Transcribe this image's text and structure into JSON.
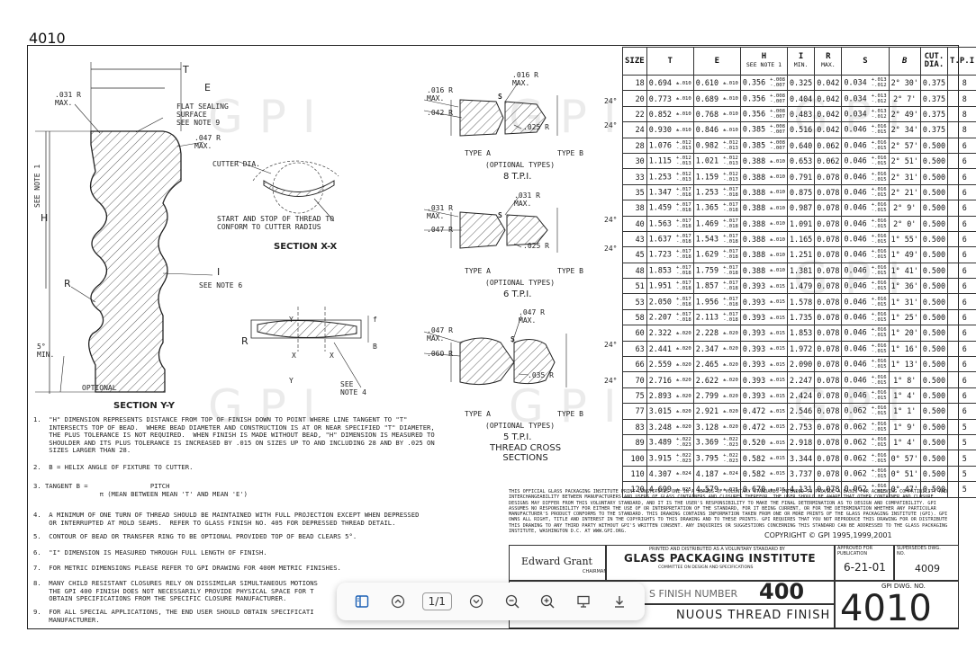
{
  "doc_number": "4010",
  "watermark": "GPI",
  "drawing_labels": {
    "T": "T",
    "E": "E",
    "H": "H",
    "I": "I",
    "R": "R",
    "r031": ".031 R\nMAX.",
    "flat_seal": "FLAT SEALING\nSURFACE\nSEE NOTE 9",
    "r047": ".047 R\nMAX.",
    "see_note_1": "SEE NOTE 1",
    "see_note_6": "SEE NOTE 6",
    "min5": "5°\nMIN.",
    "optional": "OPTIONAL",
    "section_yy": "SECTION Y-Y",
    "cutter_dia": "CUTTER DIA.",
    "start_stop": "START AND STOP OF THREAD TO\nCONFORM TO CUTTER RADIUS",
    "section_xx": "SECTION X-X",
    "see_note_4": "SEE\nNOTE 4",
    "y": "Y",
    "x": "X",
    "b": "B",
    "f": "f",
    "t8_r016": ".016 R\nMAX.",
    "t8_r042": ".042 R",
    "t8_r016b": ".016 R\nMAX.",
    "t8_r025": ".025 R",
    "t6_r031": ".031 R\nMAX.",
    "t6_r047": ".047 R",
    "t6_r031b": ".031 R\nMAX.",
    "t6_r025": ".025 R",
    "t5_r047": ".047 R\nMAX.",
    "t5_r060": ".060 R",
    "t5_r047b": ".047 R\nMAX.",
    "t5_r035": ".035 R",
    "deg24": "24°",
    "s": "S",
    "type_a": "TYPE A",
    "type_b": "TYPE B",
    "optional_types": "(OPTIONAL TYPES)",
    "tpi8": "8 T.P.I.",
    "tpi6": "6 T.P.I.",
    "tpi5": "5 T.P.I.",
    "thread_cross": "THREAD CROSS\nSECTIONS"
  },
  "notes": [
    "1.  \"H\" DIMENSION REPRESENTS DISTANCE FROM TOP OF FINISH DOWN TO POINT WHERE LINE TANGENT TO \"T\"\n    INTERSECTS TOP OF BEAD.  WHERE BEAD DIAMETER AND CONSTRUCTION IS AT OR NEAR SPECIFIED \"T\" DIAMETER,\n    THE PLUS TOLERANCE IS NOT REQUIRED.  WHEN FINISH IS MADE WITHOUT BEAD, \"H\" DIMENSION IS MEASURED TO\n    SHOULDER AND ITS PLUS TOLERANCE IS INCREASED BY .015 ON SIZES UP TO AND INCLUDING 28 AND BY .025 ON\n    SIZES LARGER THAN 28.",
    "2.  B = HELIX ANGLE OF FIXTURE TO CUTTER.",
    "3. TANGENT B =                PITCH\n                 π (MEAN BETWEEN MEAN 'T' AND MEAN 'E')",
    "4.  A MINIMUM OF ONE TURN OF THREAD SHOULD BE MAINTAINED WITH FULL PROJECTION EXCEPT WHEN DEPRESSED\n    OR INTERRUPTED AT MOLD SEAMS.  REFER TO GLASS FINISH NO. 405 FOR DEPRESSED THREAD DETAIL.",
    "5.  CONTOUR OF BEAD OR TRANSFER RING TO BE OPTIONAL PROVIDED TOP OF BEAD CLEARS 5°.",
    "6.  \"I\" DIMENSION IS MEASURED THROUGH FULL LENGTH OF FINISH.",
    "7.  FOR METRIC DIMENSIONS PLEASE REFER TO GPI DRAWING FOR 400M METRIC FINISHES.",
    "8.  MANY CHILD RESISTANT CLOSURES RELY ON DISSIMILAR SIMULTANEOUS MOTIONS\n    THE GPI 400 FINISH DOES NOT NECESSARILY PROVIDE PHYSICAL SPACE FOR T\n    OBTAIN SPECIFICATIONS FROM THE SPECIFIC CLOSURE MANUFACTURER.",
    "9.  FOR ALL SPECIAL APPLICATIONS, THE END USER SHOULD OBTAIN SPECIFICATI\n    MANUFACTURER."
  ],
  "table": {
    "headers": {
      "size": "SIZE",
      "t": "T",
      "e": "E",
      "h": "H",
      "h_sub": "SEE NOTE 1",
      "i": "I",
      "i_sub": "MIN.",
      "r": "R",
      "r_sub": "MAX.",
      "s": "S",
      "b": "B",
      "cut": "CUT.\nDIA.",
      "tpi": "T.P.I."
    },
    "rows": [
      {
        "size": "18",
        "t": "0.694",
        "t_tol": "±.010",
        "e": "0.610",
        "e_tol": "±.010",
        "h": "0.356",
        "h_tol": "+.008\n-.007",
        "i": "0.325",
        "r": "0.042",
        "s": "0.034",
        "s_tol": "+.013\n-.012",
        "b": "2° 30'",
        "cut": "0.375",
        "tpi": "8"
      },
      {
        "size": "20",
        "t": "0.773",
        "t_tol": "±.010",
        "e": "0.689",
        "e_tol": "±.010",
        "h": "0.356",
        "h_tol": "+.008\n-.007",
        "i": "0.404",
        "r": "0.042",
        "s": "0.034",
        "s_tol": "+.013\n-.012",
        "b": "2° 7'",
        "cut": "0.375",
        "tpi": "8"
      },
      {
        "size": "22",
        "t": "0.852",
        "t_tol": "±.010",
        "e": "0.768",
        "e_tol": "±.010",
        "h": "0.356",
        "h_tol": "+.008\n-.007",
        "i": "0.483",
        "r": "0.042",
        "s": "0.034",
        "s_tol": "+.013\n-.012",
        "b": "2° 49'",
        "cut": "0.375",
        "tpi": "8"
      },
      {
        "size": "24",
        "t": "0.930",
        "t_tol": "±.010",
        "e": "0.846",
        "e_tol": "±.010",
        "h": "0.385",
        "h_tol": "+.008\n-.007",
        "i": "0.516",
        "r": "0.042",
        "s": "0.046",
        "s_tol": "+.016\n-.015",
        "b": "2° 34'",
        "cut": "0.375",
        "tpi": "8"
      },
      {
        "size": "28",
        "t": "1.076",
        "t_tol": "+.012\n-.013",
        "e": "0.982",
        "e_tol": "+.012\n-.013",
        "h": "0.385",
        "h_tol": "+.008\n-.007",
        "i": "0.640",
        "r": "0.062",
        "s": "0.046",
        "s_tol": "+.016\n-.015",
        "b": "2° 57'",
        "cut": "0.500",
        "tpi": "6"
      },
      {
        "size": "30",
        "t": "1.115",
        "t_tol": "+.012\n-.013",
        "e": "1.021",
        "e_tol": "+.012\n-.013",
        "h": "0.388",
        "h_tol": "±.010",
        "i": "0.653",
        "r": "0.062",
        "s": "0.046",
        "s_tol": "+.016\n-.015",
        "b": "2° 51'",
        "cut": "0.500",
        "tpi": "6"
      },
      {
        "size": "33",
        "t": "1.253",
        "t_tol": "+.012\n-.013",
        "e": "1.159",
        "e_tol": "+.012\n-.013",
        "h": "0.388",
        "h_tol": "±.010",
        "i": "0.791",
        "r": "0.078",
        "s": "0.046",
        "s_tol": "+.016\n-.015",
        "b": "2° 31'",
        "cut": "0.500",
        "tpi": "6"
      },
      {
        "size": "35",
        "t": "1.347",
        "t_tol": "+.017\n-.018",
        "e": "1.253",
        "e_tol": "+.017\n-.018",
        "h": "0.388",
        "h_tol": "±.010",
        "i": "0.875",
        "r": "0.078",
        "s": "0.046",
        "s_tol": "+.016\n-.015",
        "b": "2° 21'",
        "cut": "0.500",
        "tpi": "6"
      },
      {
        "size": "38",
        "t": "1.459",
        "t_tol": "+.017\n-.018",
        "e": "1.365",
        "e_tol": "+.017\n-.018",
        "h": "0.388",
        "h_tol": "±.010",
        "i": "0.987",
        "r": "0.078",
        "s": "0.046",
        "s_tol": "+.016\n-.015",
        "b": "2° 9'",
        "cut": "0.500",
        "tpi": "6"
      },
      {
        "size": "40",
        "t": "1.563",
        "t_tol": "+.017\n-.018",
        "e": "1.469",
        "e_tol": "+.017\n-.018",
        "h": "0.388",
        "h_tol": "±.010",
        "i": "1.091",
        "r": "0.078",
        "s": "0.046",
        "s_tol": "+.016\n-.015",
        "b": "2° 0'",
        "cut": "0.500",
        "tpi": "6"
      },
      {
        "size": "43",
        "t": "1.637",
        "t_tol": "+.017\n-.018",
        "e": "1.543",
        "e_tol": "+.017\n-.018",
        "h": "0.388",
        "h_tol": "±.010",
        "i": "1.165",
        "r": "0.078",
        "s": "0.046",
        "s_tol": "+.016\n-.015",
        "b": "1° 55'",
        "cut": "0.500",
        "tpi": "6"
      },
      {
        "size": "45",
        "t": "1.723",
        "t_tol": "+.017\n-.018",
        "e": "1.629",
        "e_tol": "+.017\n-.018",
        "h": "0.388",
        "h_tol": "±.010",
        "i": "1.251",
        "r": "0.078",
        "s": "0.046",
        "s_tol": "+.016\n-.015",
        "b": "1° 49'",
        "cut": "0.500",
        "tpi": "6"
      },
      {
        "size": "48",
        "t": "1.853",
        "t_tol": "+.017\n-.018",
        "e": "1.759",
        "e_tol": "+.017\n-.018",
        "h": "0.388",
        "h_tol": "±.010",
        "i": "1.381",
        "r": "0.078",
        "s": "0.046",
        "s_tol": "+.016\n-.015",
        "b": "1° 41'",
        "cut": "0.500",
        "tpi": "6"
      },
      {
        "size": "51",
        "t": "1.951",
        "t_tol": "+.017\n-.018",
        "e": "1.857",
        "e_tol": "+.017\n-.018",
        "h": "0.393",
        "h_tol": "±.015",
        "i": "1.479",
        "r": "0.078",
        "s": "0.046",
        "s_tol": "+.016\n-.015",
        "b": "1° 36'",
        "cut": "0.500",
        "tpi": "6"
      },
      {
        "size": "53",
        "t": "2.050",
        "t_tol": "+.017\n-.018",
        "e": "1.956",
        "e_tol": "+.017\n-.018",
        "h": "0.393",
        "h_tol": "±.015",
        "i": "1.578",
        "r": "0.078",
        "s": "0.046",
        "s_tol": "+.016\n-.015",
        "b": "1° 31'",
        "cut": "0.500",
        "tpi": "6"
      },
      {
        "size": "58",
        "t": "2.207",
        "t_tol": "+.017\n-.018",
        "e": "2.113",
        "e_tol": "+.017\n-.018",
        "h": "0.393",
        "h_tol": "±.015",
        "i": "1.735",
        "r": "0.078",
        "s": "0.046",
        "s_tol": "+.016\n-.015",
        "b": "1° 25'",
        "cut": "0.500",
        "tpi": "6"
      },
      {
        "size": "60",
        "t": "2.322",
        "t_tol": "±.020",
        "e": "2.228",
        "e_tol": "±.020",
        "h": "0.393",
        "h_tol": "±.015",
        "i": "1.853",
        "r": "0.078",
        "s": "0.046",
        "s_tol": "+.016\n-.015",
        "b": "1° 20'",
        "cut": "0.500",
        "tpi": "6"
      },
      {
        "size": "63",
        "t": "2.441",
        "t_tol": "±.020",
        "e": "2.347",
        "e_tol": "±.020",
        "h": "0.393",
        "h_tol": "±.015",
        "i": "1.972",
        "r": "0.078",
        "s": "0.046",
        "s_tol": "+.016\n-.015",
        "b": "1° 16'",
        "cut": "0.500",
        "tpi": "6"
      },
      {
        "size": "66",
        "t": "2.559",
        "t_tol": "±.020",
        "e": "2.465",
        "e_tol": "±.020",
        "h": "0.393",
        "h_tol": "±.015",
        "i": "2.090",
        "r": "0.078",
        "s": "0.046",
        "s_tol": "+.016\n-.015",
        "b": "1° 13'",
        "cut": "0.500",
        "tpi": "6"
      },
      {
        "size": "70",
        "t": "2.716",
        "t_tol": "±.020",
        "e": "2.622",
        "e_tol": "±.020",
        "h": "0.393",
        "h_tol": "±.015",
        "i": "2.247",
        "r": "0.078",
        "s": "0.046",
        "s_tol": "+.016\n-.015",
        "b": "1° 8'",
        "cut": "0.500",
        "tpi": "6"
      },
      {
        "size": "75",
        "t": "2.893",
        "t_tol": "±.020",
        "e": "2.799",
        "e_tol": "±.020",
        "h": "0.393",
        "h_tol": "±.015",
        "i": "2.424",
        "r": "0.078",
        "s": "0.046",
        "s_tol": "+.016\n-.015",
        "b": "1° 4'",
        "cut": "0.500",
        "tpi": "6"
      },
      {
        "size": "77",
        "t": "3.015",
        "t_tol": "±.020",
        "e": "2.921",
        "e_tol": "±.020",
        "h": "0.472",
        "h_tol": "±.015",
        "i": "2.546",
        "r": "0.078",
        "s": "0.062",
        "s_tol": "+.016\n-.015",
        "b": "1° 1'",
        "cut": "0.500",
        "tpi": "6"
      },
      {
        "size": "83",
        "t": "3.248",
        "t_tol": "±.020",
        "e": "3.128",
        "e_tol": "±.020",
        "h": "0.472",
        "h_tol": "±.015",
        "i": "2.753",
        "r": "0.078",
        "s": "0.062",
        "s_tol": "+.016\n-.015",
        "b": "1° 9'",
        "cut": "0.500",
        "tpi": "5"
      },
      {
        "size": "89",
        "t": "3.489",
        "t_tol": "+.022\n-.023",
        "e": "3.369",
        "e_tol": "+.022\n-.023",
        "h": "0.520",
        "h_tol": "±.015",
        "i": "2.918",
        "r": "0.078",
        "s": "0.062",
        "s_tol": "+.016\n-.015",
        "b": "1° 4'",
        "cut": "0.500",
        "tpi": "5"
      },
      {
        "size": "100",
        "t": "3.915",
        "t_tol": "+.022\n-.023",
        "e": "3.795",
        "e_tol": "+.022\n-.023",
        "h": "0.582",
        "h_tol": "±.015",
        "i": "3.344",
        "r": "0.078",
        "s": "0.062",
        "s_tol": "+.016\n-.015",
        "b": "0° 57'",
        "cut": "0.500",
        "tpi": "5"
      },
      {
        "size": "110",
        "t": "4.307",
        "t_tol": "±.024",
        "e": "4.187",
        "e_tol": "±.024",
        "h": "0.582",
        "h_tol": "±.015",
        "i": "3.737",
        "r": "0.078",
        "s": "0.062",
        "s_tol": "+.016\n-.015",
        "b": "0° 51'",
        "cut": "0.500",
        "tpi": "5"
      },
      {
        "size": "120",
        "t": "4.699",
        "t_tol": "±.025",
        "e": "4.579",
        "e_tol": "±.025",
        "h": "0.670",
        "h_tol": "±.015",
        "i": "4.131",
        "r": "0.078",
        "s": "0.062",
        "s_tol": "+.016\n-.015",
        "b": "0° 47'",
        "cut": "0.500",
        "tpi": "5"
      }
    ]
  },
  "disclaimer": "THIS OFFICIAL GLASS PACKAGING INSTITUTE PRINT CONSTITUTES ONE IN A SERIES OF VOLUNTARY STANDARDS INTENDED TO PROVIDE A BASIS FOR ACHIEVING COMPATIBILITY AND INTERCHANGEABILITY BETWEEN MANUFACTURERS AND USERS OF GLASS CONTAINERS AND CLOSURES THEREFOR. THE USER SHOULD BE AWARE THAT OTHER CONTAINER AND CLOSURE DESIGNS MAY DIFFER FROM THIS VOLUNTARY STANDARD, AND IT IS THE USER'S RESPONSIBILITY TO MAKE THE FINAL DETERMINATION AS TO DESIGN AND COMPATIBILITY. GPI ASSUMES NO RESPONSIBILITY FOR EITHER THE USE OF OR INTERPRETATION OF THE STANDARD, FOR IT BEING CURRENT, OR FOR THE DETERMINATION WHETHER ANY PARTICULAR MANUFACTURER'S PRODUCT CONFORMS TO THE STANDARD. THIS DRAWING CONTAINS INFORMATION TAKEN FROM ONE OR MORE PRINTS OF THE GLASS PACKAGING INSTITUTE (GPI). GPI OWNS ALL RIGHT, TITLE AND INTEREST IN THE COPYRIGHTS TO THIS DRAWING AND TO THESE PRINTS. GPI REQUIRES THAT YOU NOT REPRODUCE THIS DRAWING FOR OR DISTRIBUTE THIS DRAWING TO ANY THIRD PARTY WITHOUT GPI'S WRITTEN CONSENT. ANY INQUIRIES OR SUGGESTIONS CONCERNING THIS STANDARD CAN BE ADDRESSED TO THE GLASS PACKAGING INSTITUTE, WASHINGTON D.C. AT WWW.GPI.ORG.",
  "copyright": "COPYRIGHT © GPI 1995,1999,2001",
  "title_block": {
    "signature": "Edward Grant",
    "chairman": "CHAIRMAN",
    "printed_by": "PRINTED AND DISTRIBUTED AS A VOLUNTARY STANDARD BY",
    "institute": "GLASS PACKAGING INSTITUTE",
    "committee": "COMMITTEE ON DESIGN AND SPECIFICATIONS",
    "approved_label": "APPROVED FOR\nPUBLICATION",
    "approved_date": "6-21-01",
    "supersedes_label": "SUPERSEDES DWG.\nNO.",
    "supersedes_no": "4009",
    "finish_label": "S FINISH NUMBER",
    "finish_no": "400",
    "gpi_dwg_label": "GPI DWG. NO.",
    "dwg_no": "4010",
    "title": "NUOUS THREAD FINISH"
  },
  "viewer": {
    "page": "1/1"
  }
}
